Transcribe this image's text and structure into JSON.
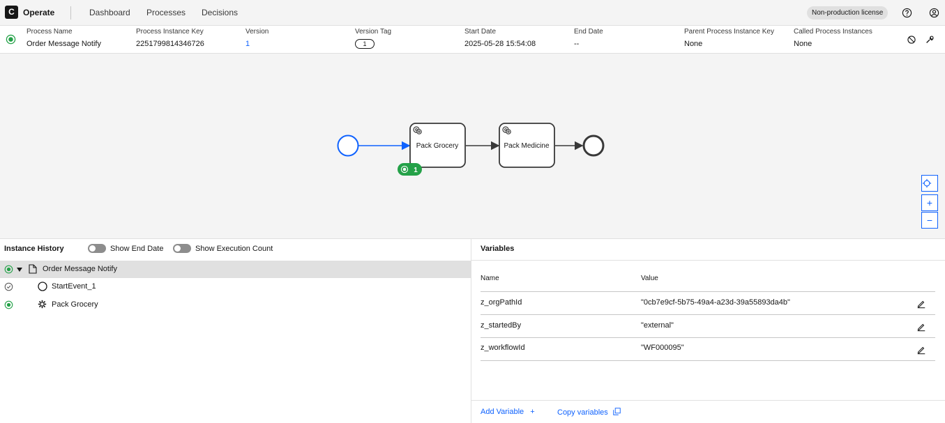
{
  "app": {
    "logo_letter": "C",
    "brand": "Operate",
    "nav": [
      "Dashboard",
      "Processes",
      "Decisions"
    ],
    "license_badge": "Non-production license",
    "icons": [
      "help-icon",
      "user-icon"
    ]
  },
  "instance": {
    "columns": [
      {
        "label": "Process Name",
        "value": "Order Message Notify"
      },
      {
        "label": "Process Instance Key",
        "value": "2251799814346726"
      },
      {
        "label": "Version",
        "value": "1"
      },
      {
        "label": "Version Tag",
        "value": "1"
      },
      {
        "label": "Start Date",
        "value": "2025-05-28 15:54:08"
      },
      {
        "label": "End Date",
        "value": "--"
      },
      {
        "label": "Parent Process Instance Key",
        "value": "None"
      },
      {
        "label": "Called Process Instances",
        "value": "None"
      }
    ],
    "actions": [
      "cancel-icon",
      "modify-icon"
    ],
    "status_color": "#24a148"
  },
  "diagram": {
    "tasks": [
      "Pack Grocery",
      "Pack Medicine"
    ],
    "active_badge": "1",
    "zoom_controls": [
      "reset-icon",
      "+",
      "−"
    ],
    "colors": {
      "active_flow": "#0f62fe",
      "badge": "#24a148"
    }
  },
  "history": {
    "title": "Instance History",
    "toggles": [
      "Show End Date",
      "Show Execution Count"
    ],
    "rows": [
      {
        "label": "Order Message Notify",
        "status": "active",
        "icon": "document-icon"
      },
      {
        "label": "StartEvent_1",
        "status": "completed",
        "icon": "start-event-icon"
      },
      {
        "label": "Pack Grocery",
        "status": "active",
        "icon": "service-task-icon"
      }
    ]
  },
  "variables": {
    "title": "Variables",
    "headers": {
      "name": "Name",
      "value": "Value"
    },
    "rows": [
      {
        "name": "z_orgPathId",
        "value": "\"0cb7e9cf-5b75-49a4-a23d-39a55893da4b\""
      },
      {
        "name": "z_startedBy",
        "value": "\"external\""
      },
      {
        "name": "z_workflowId",
        "value": "\"WF000095\""
      }
    ],
    "add_label": "Add Variable",
    "copy_label": "Copy variables"
  }
}
